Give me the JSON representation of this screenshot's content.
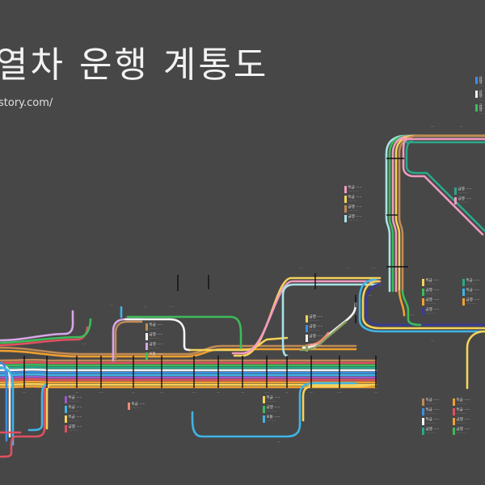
{
  "header": {
    "title": "열차 운행 계통도",
    "url": "story.com/"
  },
  "colors": {
    "background": "#474747",
    "line_brown": "#c08a55",
    "line_orange": "#f0a030",
    "line_yellow": "#f5d25a",
    "line_pink": "#f29ac0",
    "line_red": "#e05060",
    "line_green": "#3cbc5a",
    "line_teal": "#2aa88a",
    "line_white": "#f4f4f4",
    "line_blue": "#3c8ee0",
    "line_skyblue": "#40b4e6",
    "line_purple": "#9a5cc8",
    "line_navy": "#3a3a9a",
    "line_lightcyan": "#a8e4e8",
    "line_salmon": "#f08a70",
    "line_lavender": "#d7a6e6",
    "line_olive": "#8aa060",
    "station_tick": "#111111"
  },
  "legends": [
    {
      "items": [
        {
          "color": "#3c8ee0",
          "label": "급행",
          "sub": "·· ··"
        },
        {
          "color": "#f4f4f4",
          "label": "급행",
          "sub": "·· ··"
        },
        {
          "color": "#3cbc5a",
          "label": "급행",
          "sub": "·· ··"
        }
      ]
    },
    {
      "items": [
        {
          "color": "#2aa88a",
          "label": "급행 ·····",
          "sub": "····· ·····"
        },
        {
          "color": "#f29ac0",
          "label": "급행 ·····",
          "sub": "····· ·····"
        }
      ]
    },
    {
      "items": [
        {
          "color": "#f29ac0",
          "label": "특급 ·····",
          "sub": "····· ·····"
        },
        {
          "color": "#f5d25a",
          "label": "특급 ·····",
          "sub": "····· ·····"
        },
        {
          "color": "#c08a55",
          "label": "급행 ·····",
          "sub": "····· ·····"
        },
        {
          "color": "#a8e4e8",
          "label": "급행 ·····",
          "sub": "····· ·····"
        }
      ]
    },
    {
      "items": [
        {
          "color": "#f5d25a",
          "label": "특급 ·····",
          "sub": "····· ·····"
        },
        {
          "color": "#3cbc5a",
          "label": "급행 ·····",
          "sub": "····· ·····"
        },
        {
          "color": "#f0a030",
          "label": "급행 ·····",
          "sub": "····· ·····"
        },
        {
          "color": "#3a3a9a",
          "label": "급행 ·····",
          "sub": "····· ·····"
        }
      ]
    },
    {
      "items": [
        {
          "color": "#2aa88a",
          "label": "특급 ·····",
          "sub": "····· ·····"
        },
        {
          "color": "#40b4e6",
          "label": "특급 ·····",
          "sub": "····· ·····"
        },
        {
          "color": "#f0a030",
          "label": "급행 ·····",
          "sub": "····· ·····"
        }
      ]
    },
    {
      "items": [
        {
          "color": "#f5d25a",
          "label": "급행 ·····",
          "sub": "····· ·····"
        },
        {
          "color": "#3c8ee0",
          "label": "급행 ·····",
          "sub": "····· ·····"
        },
        {
          "color": "#f4f4f4",
          "label": "급행 ·····",
          "sub": "····· ·····"
        },
        {
          "color": "#8aa060",
          "label": "급행 ·····",
          "sub": "····· ·····"
        }
      ]
    },
    {
      "items": [
        {
          "color": "#c08a55",
          "label": "특급 ·····",
          "sub": "····· ·····"
        },
        {
          "color": "#f4f4f4",
          "label": "급행 ·····",
          "sub": "····· ·····"
        },
        {
          "color": "#d7a6e6",
          "label": "급행 ·····",
          "sub": "····· ·····"
        },
        {
          "color": "#3cbc5a",
          "label": "보통 ·····",
          "sub": "····· ·····"
        }
      ]
    },
    {
      "items": [
        {
          "color": "#9a5cc8",
          "label": "특급 ·····",
          "sub": "····· ·····"
        },
        {
          "color": "#40b4e6",
          "label": "특급 ·····",
          "sub": "····· ·····"
        },
        {
          "color": "#f5d25a",
          "label": "특급 ·····",
          "sub": "····· ·····"
        },
        {
          "color": "#e05060",
          "label": "급행 ·····",
          "sub": "····· ·····"
        }
      ]
    },
    {
      "items": [
        {
          "color": "#f08a70",
          "label": "특급 ·····",
          "sub": "····· ·····"
        }
      ]
    },
    {
      "items": [
        {
          "color": "#f5d25a",
          "label": "특급 ·····",
          "sub": "····· ·····"
        },
        {
          "color": "#3cbc5a",
          "label": "급행 ·····",
          "sub": "····· ·····"
        },
        {
          "color": "#40b4e6",
          "label": "보통 ·····",
          "sub": "····· ·····"
        }
      ]
    },
    {
      "items": [
        {
          "color": "#c08a55",
          "label": "특급 ·····",
          "sub": "····· ·····"
        },
        {
          "color": "#3c8ee0",
          "label": "특급 ·····",
          "sub": "····· ·····"
        },
        {
          "color": "#f4f4f4",
          "label": "특급 ·····",
          "sub": "····· ·····"
        },
        {
          "color": "#2aa88a",
          "label": "급행 ·····",
          "sub": "····· ·····"
        }
      ]
    },
    {
      "items": [
        {
          "color": "#f0a030",
          "label": "특급 ·····",
          "sub": "····· ·····"
        },
        {
          "color": "#e05060",
          "label": "특급 ·····",
          "sub": "····· ·····"
        },
        {
          "color": "#f0a030",
          "label": "급행 ·····",
          "sub": "····· ·····"
        },
        {
          "color": "#3cbc5a",
          "label": "급행 ·····",
          "sub": "····· ·····"
        }
      ]
    }
  ],
  "stations": [
    "····",
    "····",
    "····",
    "·····",
    "····",
    "····",
    "·····",
    "····",
    "····",
    "·····",
    "····",
    "····",
    "·····",
    "····",
    "····",
    "·····",
    "····",
    "····",
    "·····",
    "····",
    "····",
    "·····",
    "····",
    "····",
    "·····",
    "····",
    "····",
    "·····",
    "····",
    "····"
  ]
}
